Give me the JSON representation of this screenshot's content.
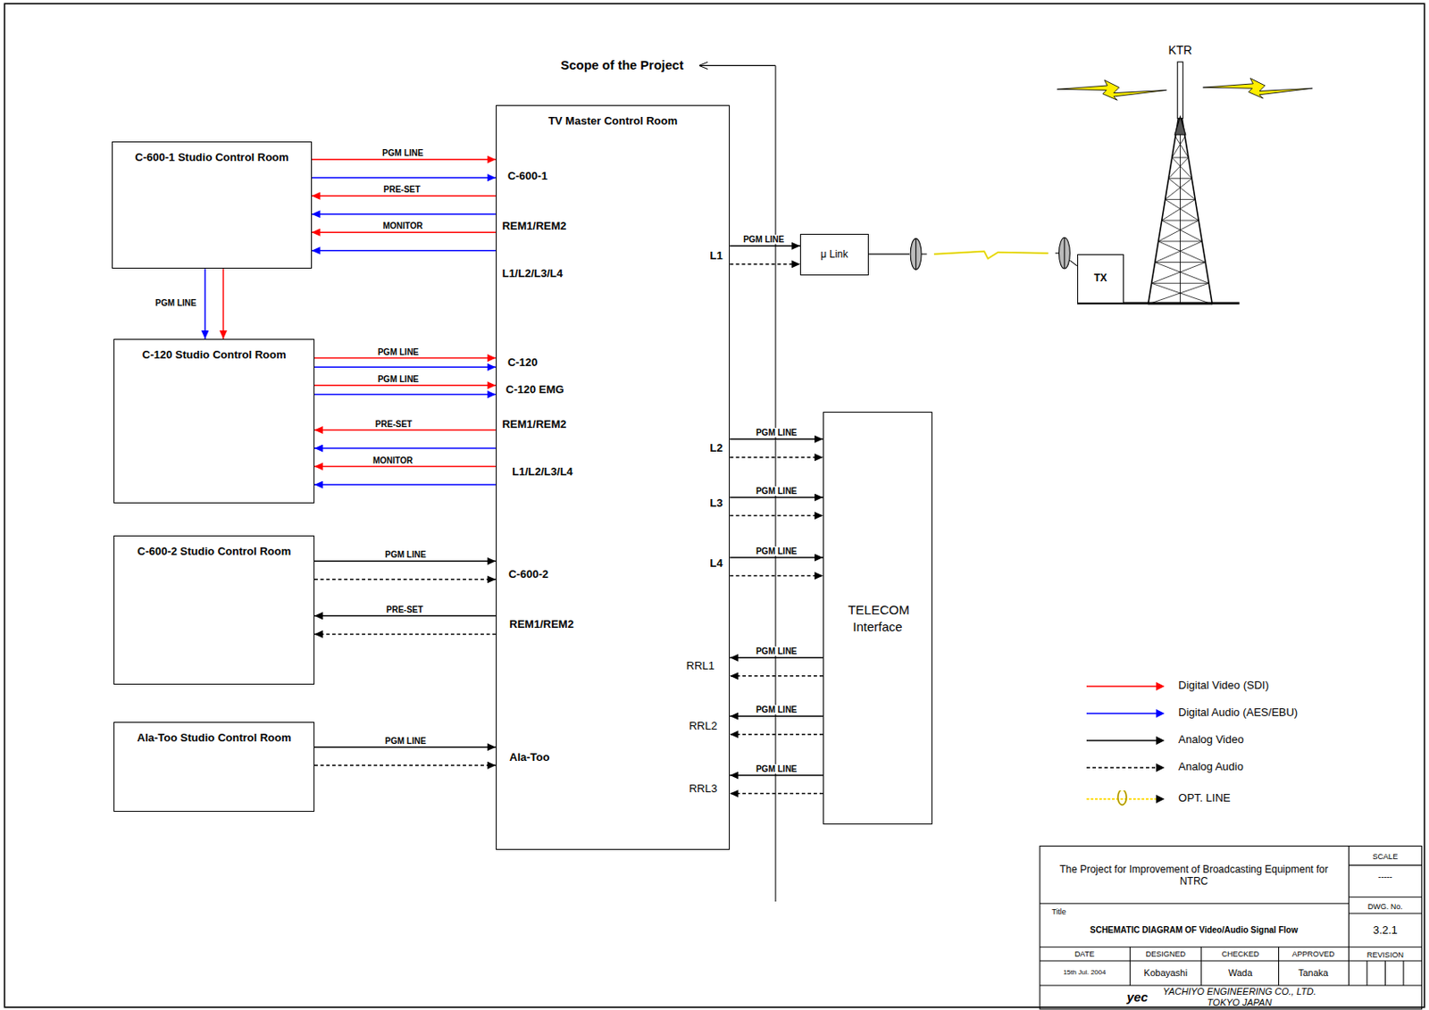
{
  "diagram": {
    "nodes": [
      {
        "text": [
          "C-600-1 Studio Control Room"
        ]
      },
      {
        "text": [
          "C-120 Studio Control Room"
        ]
      },
      {
        "text": [
          "C-600-2 Studio Control Room"
        ]
      },
      {
        "text": [
          "Ala-Too Studio Control Room"
        ]
      },
      {
        "text": [
          "TV Master Control Room"
        ]
      },
      {
        "text": [
          "μ Link"
        ]
      },
      {
        "text": [
          "TELECOM Interface"
        ]
      },
      {
        "text": [
          "TX"
        ]
      }
    ],
    "edges": [
      {
        "from": 0,
        "to": 4,
        "arrow": "to",
        "label": "PGM LINE"
      },
      {
        "from": 0,
        "to": 4,
        "arrow": "to"
      },
      {
        "from": 4,
        "to": 0,
        "arrow": "to",
        "label": "PRE-SET"
      },
      {
        "from": 4,
        "to": 0,
        "arrow": "to"
      },
      {
        "from": 4,
        "to": 0,
        "arrow": "to",
        "label": "MONITOR"
      },
      {
        "from": 4,
        "to": 0,
        "arrow": "to"
      },
      {
        "from": 0,
        "to": 1,
        "arrow": "to",
        "label": "PGM LINE"
      },
      {
        "from": 0,
        "to": 1,
        "arrow": "to"
      },
      {
        "from": 1,
        "to": 4,
        "arrow": "to",
        "label": "PGM LINE"
      },
      {
        "from": 1,
        "to": 4,
        "arrow": "to"
      },
      {
        "from": 1,
        "to": 4,
        "arrow": "to",
        "label": "PGM LINE"
      },
      {
        "from": 1,
        "to": 4,
        "arrow": "to"
      },
      {
        "from": 4,
        "to": 1,
        "arrow": "to",
        "label": "PRE-SET"
      },
      {
        "from": 4,
        "to": 1,
        "arrow": "to"
      },
      {
        "from": 4,
        "to": 1,
        "arrow": "to",
        "label": "MONITOR"
      },
      {
        "from": 4,
        "to": 1,
        "arrow": "to"
      },
      {
        "from": 2,
        "to": 4,
        "arrow": "to",
        "label": "PGM LINE"
      },
      {
        "from": 2,
        "to": 4,
        "arrow": "to"
      },
      {
        "from": 4,
        "to": 2,
        "arrow": "to",
        "label": "PRE-SET"
      },
      {
        "from": 4,
        "to": 2,
        "arrow": "to"
      },
      {
        "from": 3,
        "to": 4,
        "arrow": "to",
        "label": "PGM LINE"
      },
      {
        "from": 3,
        "to": 4,
        "arrow": "to"
      },
      {
        "from": 4,
        "to": 5,
        "arrow": "to",
        "label": "PGM LINE"
      },
      {
        "from": 4,
        "to": 5,
        "arrow": "to"
      },
      {
        "from": 4,
        "to": 6,
        "arrow": "to",
        "label": "PGM LINE"
      },
      {
        "from": 4,
        "to": 6,
        "arrow": "to"
      },
      {
        "from": 4,
        "to": 6,
        "arrow": "to",
        "label": "PGM LINE"
      },
      {
        "from": 4,
        "to": 6,
        "arrow": "to"
      },
      {
        "from": 4,
        "to": 6,
        "arrow": "to",
        "label": "PGM LINE"
      },
      {
        "from": 4,
        "to": 6,
        "arrow": "to"
      },
      {
        "from": 6,
        "to": 4,
        "arrow": "to",
        "label": "PGM LINE"
      },
      {
        "from": 6,
        "to": 4,
        "arrow": "to"
      },
      {
        "from": 6,
        "to": 4,
        "arrow": "to",
        "label": "PGM LINE"
      },
      {
        "from": 6,
        "to": 4,
        "arrow": "to"
      },
      {
        "from": 6,
        "to": 4,
        "arrow": "to",
        "label": "PGM LINE"
      },
      {
        "from": 6,
        "to": 4,
        "arrow": "to"
      }
    ],
    "labels": [
      "Scope of the Project",
      "C-600-1",
      "REM1/REM2",
      "L1/L2/L3/L4",
      "C-120",
      "C-120 EMG",
      "REM1/REM2",
      "L1/L2/L3/L4",
      "C-600-2",
      "REM1/REM2",
      "Ala-Too",
      "L1",
      "L2",
      "L3",
      "L4",
      "RRL1",
      "RRL2",
      "RRL3",
      "KTR",
      "The Project for Improvement of Broadcasting Equipment for NTRC",
      "SCALE",
      "-----",
      "DWG. No.",
      "3.2.1",
      "Title",
      "SCHEMATIC DIAGRAM OF Video/Audio Signal Flow",
      "REVISION",
      "DATE",
      "DESIGNED",
      "CHECKED",
      "APPROVED",
      "15th Jul. 2004",
      "Kobayashi",
      "Wada",
      "Tanaka",
      "yec",
      "YACHIYO ENGINEERING CO., LTD. TOKYO JAPAN"
    ],
    "legend": [
      {
        "text": "Digital Video (SDI)",
        "color": "#ff0000"
      },
      {
        "text": "Digital Audio (AES/EBU)",
        "color": "#0000ff"
      },
      {
        "text": "Analog Video",
        "color": "#000000"
      },
      {
        "text": "Analog Audio"
      },
      {
        "text": "OPT. LINE"
      }
    ]
  }
}
